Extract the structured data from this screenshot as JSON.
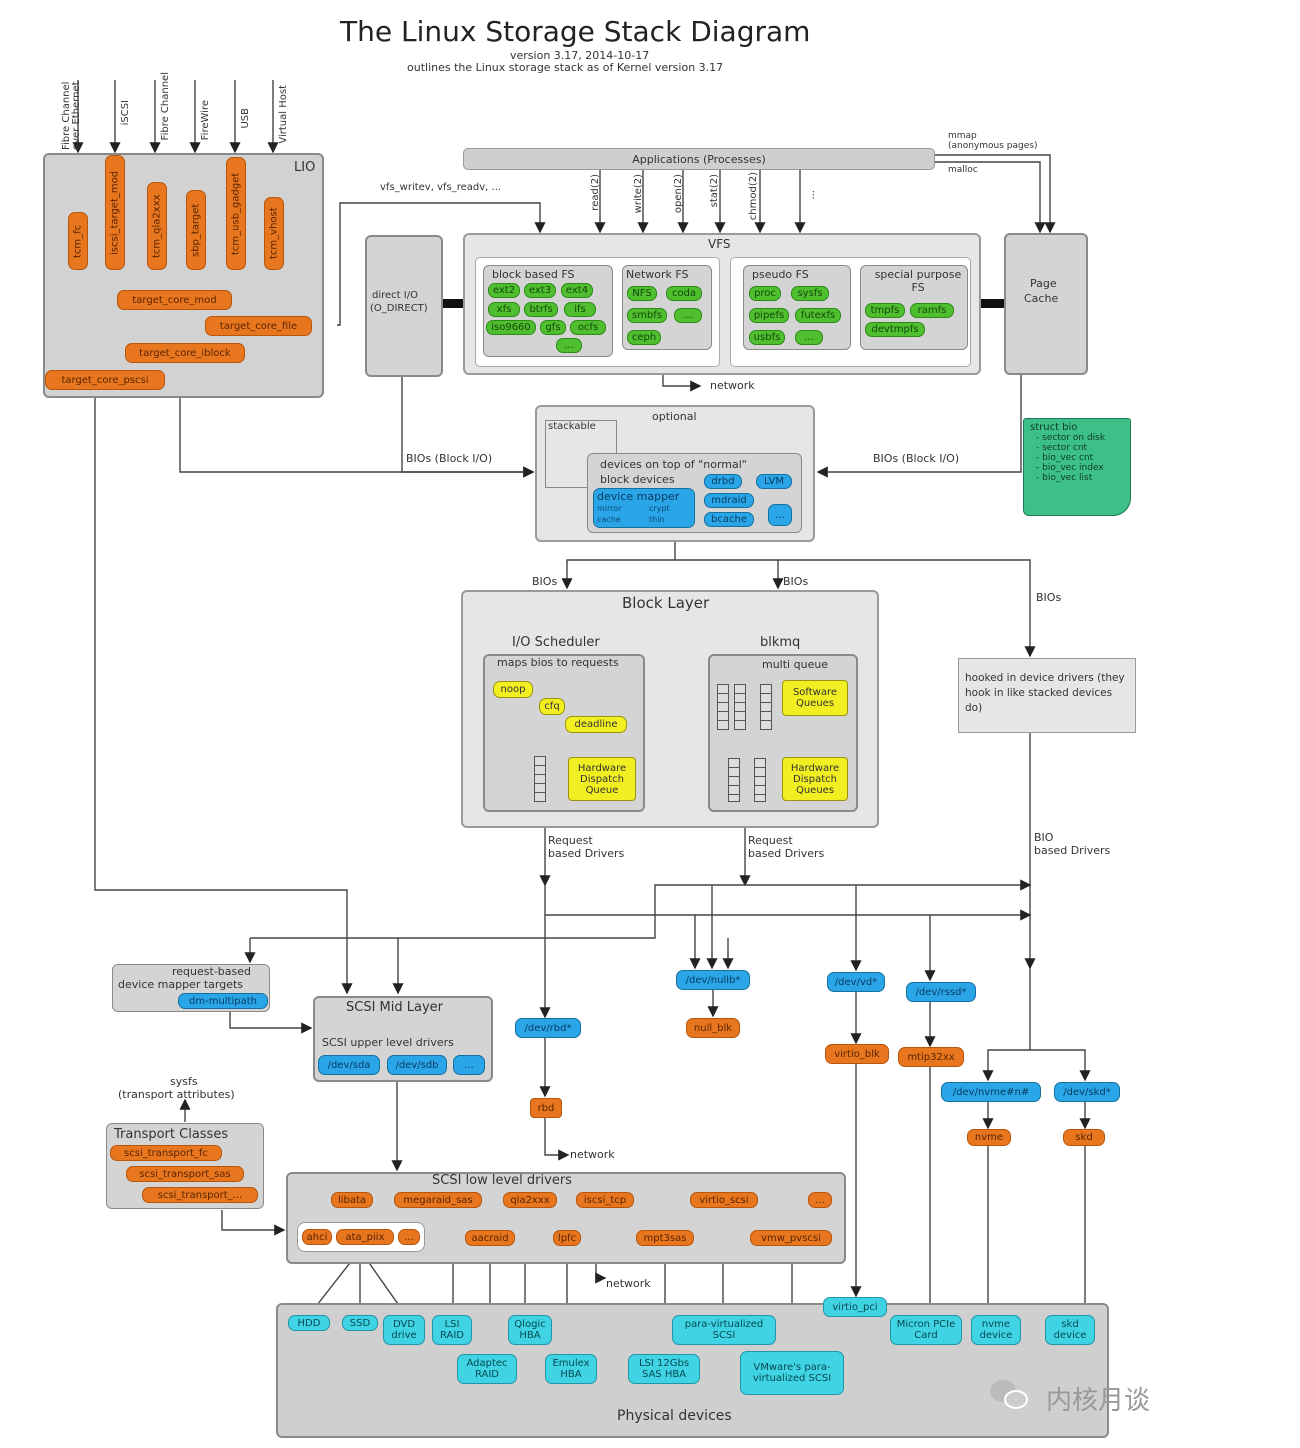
{
  "title": "The Linux Storage Stack Diagram",
  "subtitle": "version 3.17, 2014-10-17",
  "subtitle2": "outlines the Linux storage stack as of Kernel version 3.17",
  "inputs": [
    "Fibre Channel over Ethernet",
    "iSCSI",
    "Fibre Channel",
    "FireWire",
    "USB",
    "Virtual Host"
  ],
  "lio": {
    "label": "LIO",
    "modules": [
      "tcm_fc",
      "iscsi_target_mod",
      "tcm_qla2xxx",
      "sbp_target",
      "tcm_usb_gadget",
      "tcm_vhost"
    ],
    "core": [
      "target_core_mod",
      "target_core_file",
      "target_core_iblock",
      "target_core_pscsi"
    ]
  },
  "apps": {
    "label": "Applications (Processes)",
    "mmap": "mmap",
    "mmap2": "(anonymous pages)",
    "malloc": "malloc",
    "syscalls": [
      "read(2)",
      "write(2)",
      "open(2)",
      "stat(2)",
      "chmod(2)",
      "..."
    ],
    "vfs_calls": "vfs_writev, vfs_readv, ..."
  },
  "direct_io": {
    "line1": "direct I/O",
    "line2": "(O_DIRECT)"
  },
  "vfs": {
    "label": "VFS",
    "block_fs": {
      "label": "block based FS",
      "items": [
        "ext2",
        "ext3",
        "ext4",
        "xfs",
        "btrfs",
        "ifs",
        "iso9660",
        "gfs",
        "ocfs",
        "..."
      ]
    },
    "network_fs": {
      "label": "Network FS",
      "items": [
        "NFS",
        "coda",
        "smbfs",
        "...",
        "ceph"
      ]
    },
    "pseudo_fs": {
      "label": "pseudo FS",
      "items": [
        "proc",
        "sysfs",
        "pipefs",
        "futexfs",
        "usbfs",
        "..."
      ]
    },
    "special_fs": {
      "label": "special purpose FS",
      "items": [
        "tmpfs",
        "ramfs",
        "devtmpfs"
      ]
    }
  },
  "page_cache": {
    "line1": "Page",
    "line2": "Cache"
  },
  "network": "network",
  "bios_block_io": "BIOs (Block I/O)",
  "optional": {
    "label": "optional",
    "stackable": "stackable",
    "devices1": "devices on top of \"normal\"",
    "devices2": "block devices",
    "device_mapper": "device mapper",
    "dm_sub": [
      "mirror",
      "crypt",
      "cache",
      "thin"
    ],
    "items": [
      "drbd",
      "LVM",
      "mdraid",
      "bcache",
      "..."
    ]
  },
  "struct_bio": {
    "title": "struct bio",
    "fields": [
      "- sector on disk",
      "- sector cnt",
      "- bio_vec cnt",
      "- bio_vec index",
      "- bio_vec list"
    ]
  },
  "bios": "BIOs",
  "block_layer": {
    "label": "Block Layer",
    "io_scheduler": "I/O Scheduler",
    "maps": "maps bios to requests",
    "schedulers": [
      "noop",
      "cfq",
      "deadline"
    ],
    "hw_dispatch": "Hardware Dispatch Queue",
    "blkmq": "blkmq",
    "multi_queue": "multi queue",
    "sw_queues": "Software Queues",
    "hw_queues": "Hardware Dispatch Queues"
  },
  "hooked": "hooked in device drivers (they hook in like stacked devices do)",
  "request_drivers": [
    "Request",
    "based Drivers"
  ],
  "bio_drivers": [
    "BIO",
    "based Drivers"
  ],
  "dm_targets": {
    "line1": "request-based",
    "line2": "device mapper targets",
    "item": "dm-multipath"
  },
  "scsi_mid": {
    "label": "SCSI Mid Layer",
    "upper": "SCSI upper level drivers",
    "items": [
      "/dev/sda",
      "/dev/sdb",
      "..."
    ]
  },
  "sysfs": {
    "line1": "sysfs",
    "line2": "(transport attributes)"
  },
  "transport": {
    "label": "Transport Classes",
    "items": [
      "scsi_transport_fc",
      "scsi_transport_sas",
      "scsi_transport_..."
    ]
  },
  "block_devs": {
    "rbd_dev": "/dev/rbd*",
    "rbd": "rbd",
    "nullb_dev": "/dev/nullb*",
    "null_blk": "null_blk",
    "vd_dev": "/dev/vd*",
    "virtio_blk": "virtio_blk",
    "rssd_dev": "/dev/rssd*",
    "mtip": "mtip32xx",
    "nvme_dev": "/dev/nvme#n#",
    "nvme": "nvme",
    "skd_dev": "/dev/skd*",
    "skd": "skd"
  },
  "scsi_low": {
    "label": "SCSI low level drivers",
    "row1": [
      "libata",
      "megaraid_sas",
      "qla2xxx",
      "iscsi_tcp",
      "virtio_scsi",
      "..."
    ],
    "ata": [
      "ahci",
      "ata_piix",
      "..."
    ],
    "row2": [
      "aacraid",
      "lpfc",
      "mpt3sas",
      "vmw_pvscsi"
    ]
  },
  "virtio_pci": "virtio_pci",
  "physical": {
    "label": "Physical devices",
    "devices": [
      "HDD",
      "SSD",
      "DVD drive",
      "LSI RAID",
      "Qlogic HBA",
      "para-virtualized SCSI",
      "Micron PCIe Card",
      "nvme device",
      "skd device",
      "Adaptec RAID",
      "Emulex HBA",
      "LSI 12Gbs SAS HBA",
      "VMware's para-virtualized SCSI"
    ]
  },
  "watermark": "内核月谈",
  "colors": {
    "orange": "#e8761f",
    "green": "#4fbf2f",
    "blue": "#2aa6e8",
    "cyan": "#3fd3e3",
    "yellow": "#f1ee22",
    "gray": "#d4d4d4"
  }
}
